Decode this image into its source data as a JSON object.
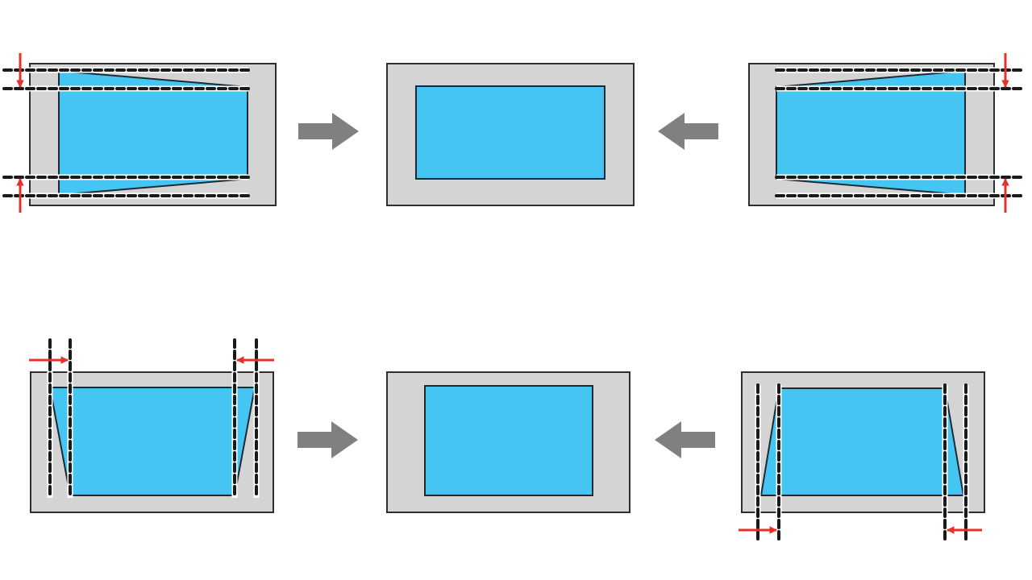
{
  "colors": {
    "background": "#ffffff",
    "frame_fill": "#d4d4d4",
    "frame_stroke": "#2e2e2e",
    "screen_fill": "#45c6f2",
    "adjust_arrow": "#e8302a",
    "flow_arrow": "#808080"
  },
  "panels": [
    {
      "row": "top",
      "position": "left",
      "state": "vertical keystone distorted"
    },
    {
      "row": "top",
      "position": "center",
      "state": "corrected"
    },
    {
      "row": "top",
      "position": "right",
      "state": "vertical keystone distorted"
    },
    {
      "row": "bottom",
      "position": "left",
      "state": "horizontal keystone distorted"
    },
    {
      "row": "bottom",
      "position": "center",
      "state": "corrected"
    },
    {
      "row": "bottom",
      "position": "right",
      "state": "horizontal keystone distorted"
    }
  ],
  "icons": [
    "red-adjust-arrow-icon",
    "gray-flow-arrow-icon"
  ]
}
